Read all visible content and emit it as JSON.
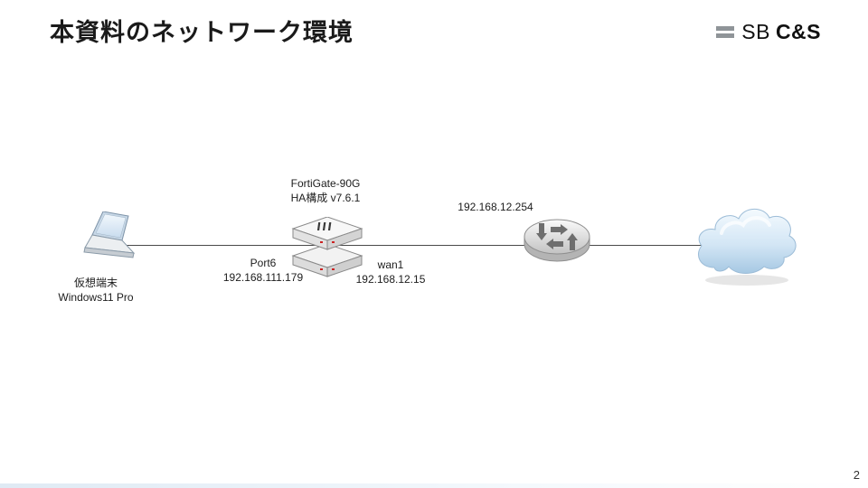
{
  "slide": {
    "title": "本資料のネットワーク環境",
    "page_number": "2"
  },
  "logo": {
    "sb": "SB",
    "cs": "C&S"
  },
  "diagram": {
    "laptop": {
      "name": "仮想端末",
      "os": "Windows11 Pro"
    },
    "fortigate": {
      "model": "FortiGate-90G",
      "config": "HA構成 v7.6.1",
      "port6_label": "Port6",
      "port6_ip": "192.168.111.179",
      "wan1_label": "wan1",
      "wan1_ip": "192.168.12.15"
    },
    "router": {
      "gateway_ip": "192.168.12.254"
    },
    "colors": {
      "line": "#4a4a4a",
      "cloud_blue": "#aecbe4",
      "led_red": "#cc2222"
    }
  }
}
